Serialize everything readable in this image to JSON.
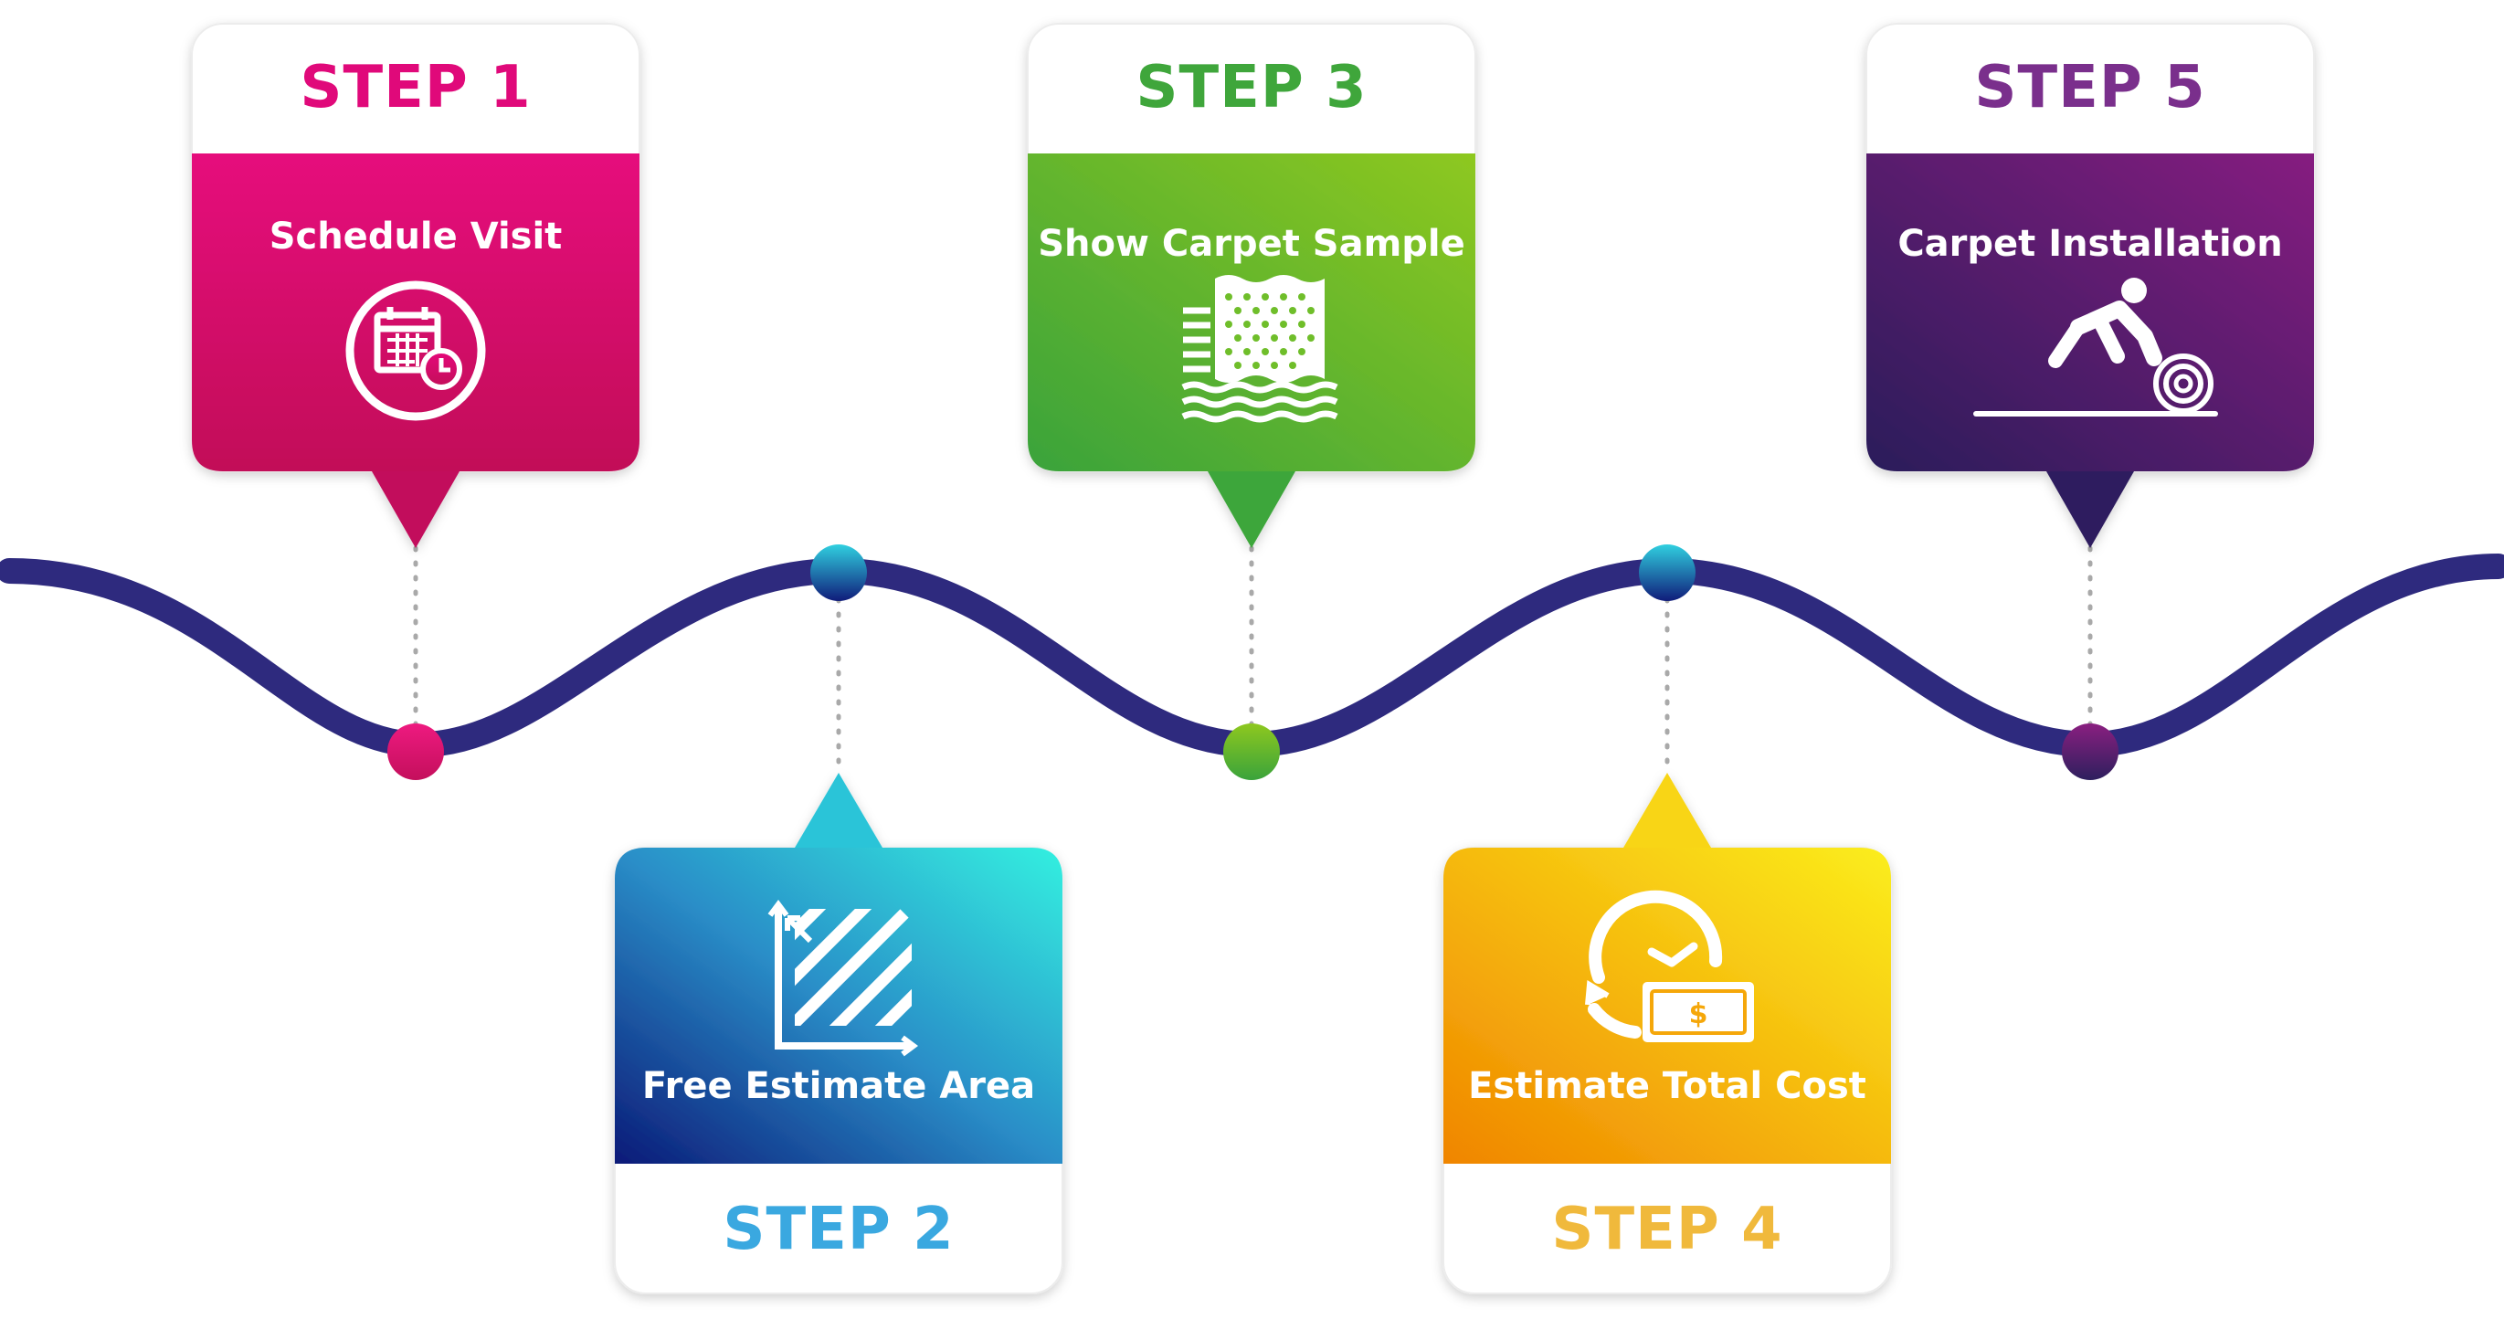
{
  "steps": [
    {
      "number_label": "STEP 1",
      "title": "Schedule Visit",
      "icon": "calendar-clock-icon",
      "color": "#e0097a",
      "gradient": [
        "#e0097a",
        "#c80f5e"
      ]
    },
    {
      "number_label": "STEP 2",
      "title": "Free Estimate Area",
      "icon": "area-measure-icon",
      "color": "#3aa8e0",
      "gradient": [
        "#2ee3e0",
        "#0d1f7a"
      ]
    },
    {
      "number_label": "STEP 3",
      "title": "Show Carpet Sample",
      "icon": "carpet-sample-icon",
      "color": "#3fa63b",
      "gradient": [
        "#8cc820",
        "#3ea53a"
      ]
    },
    {
      "number_label": "STEP 4",
      "title": "Estimate Total Cost",
      "icon": "time-money-icon",
      "color": "#f0b93c",
      "gradient": [
        "#f9e61a",
        "#f08a00"
      ]
    },
    {
      "number_label": "STEP 5",
      "title": "Carpet Installation",
      "icon": "carpet-installer-icon",
      "color": "#7a2f8c",
      "gradient": [
        "#7e1f7e",
        "#2c1f5c"
      ]
    }
  ],
  "colors": {
    "wave": "#2e2a7e",
    "connector": "#a9a9a9"
  }
}
